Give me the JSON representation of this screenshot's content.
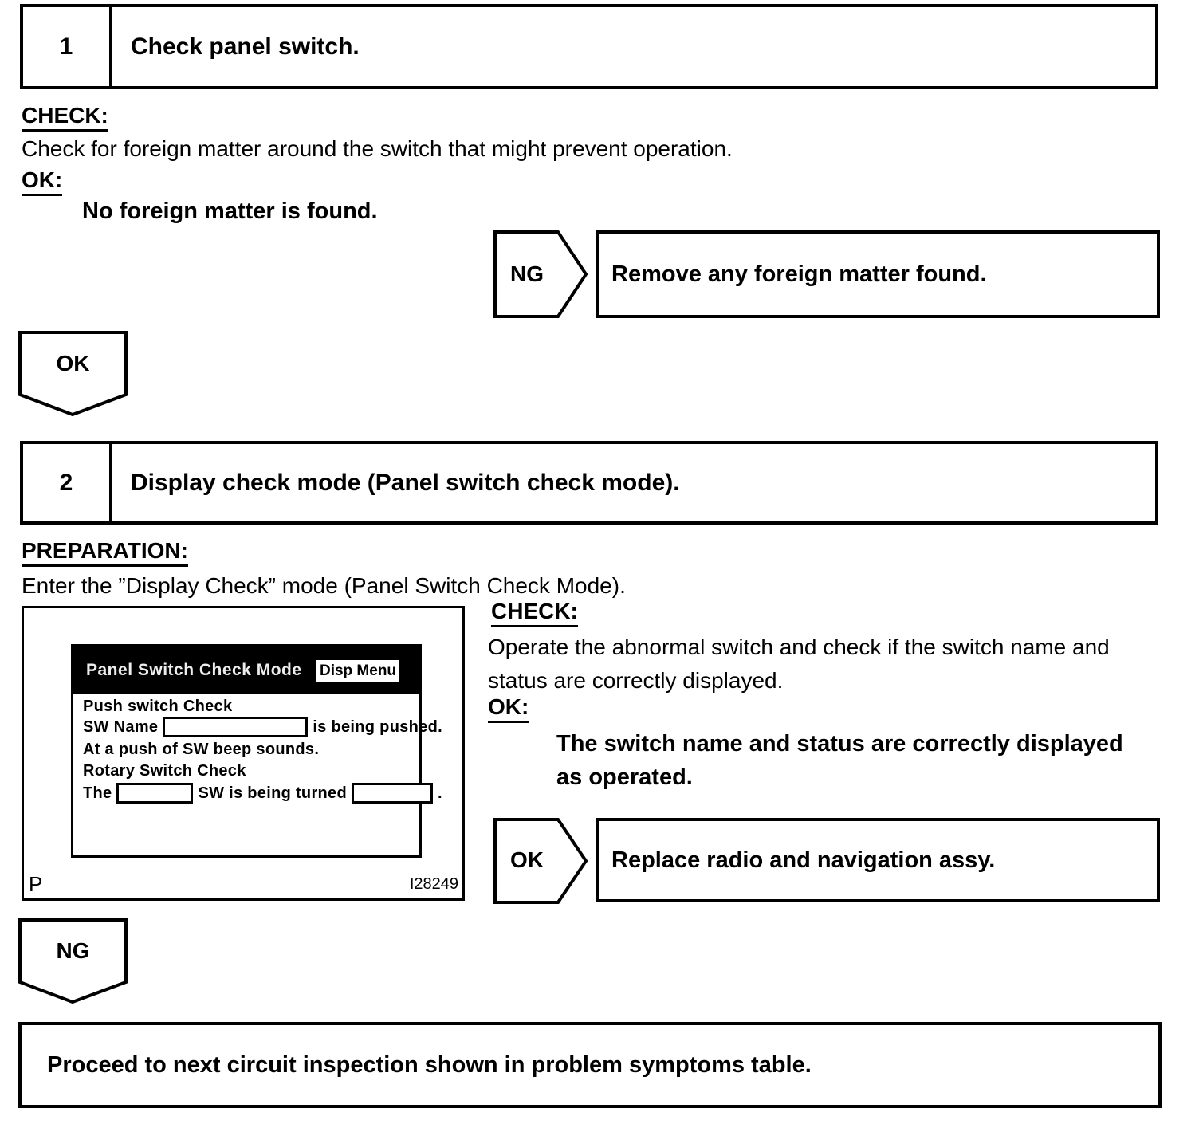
{
  "step1": {
    "number": "1",
    "title": "Check panel switch.",
    "check_label": "CHECK:",
    "check_text": "Check for foreign matter around the switch that might prevent operation.",
    "ok_label": "OK:",
    "ok_statement": "No foreign matter is found.",
    "ng_badge": "NG",
    "ng_action": "Remove any foreign matter found.",
    "result_badge": "OK"
  },
  "step2": {
    "number": "2",
    "title": "Display check mode (Panel switch check mode).",
    "prep_label": "PREPARATION:",
    "prep_text": "Enter the ”Display Check” mode (Panel Switch Check Mode).",
    "figure": {
      "screen_title": "Panel Switch Check Mode",
      "disp_menu_button": "Disp Menu",
      "push_check_title": "Push switch Check",
      "sw_name_label": "SW Name",
      "pushed_suffix": "is being pushed.",
      "beep_line": "At a push of SW beep sounds.",
      "rotary_title": "Rotary Switch Check",
      "the_label": "The",
      "turned_mid": "SW is being turned",
      "turned_suffix": ".",
      "corner_label": "P",
      "figure_id": "I28249"
    },
    "check_label": "CHECK:",
    "check_text": "Operate the abnormal switch and check if the switch name and\nstatus are correctly displayed.",
    "ok_label": "OK:",
    "ok_statement": "The switch name and status are correctly displayed\nas operated.",
    "ok_badge": "OK",
    "ok_action": "Replace radio and navigation assy.",
    "result_badge": "NG"
  },
  "footer": {
    "text": "Proceed to next circuit inspection shown in problem symptoms table."
  }
}
